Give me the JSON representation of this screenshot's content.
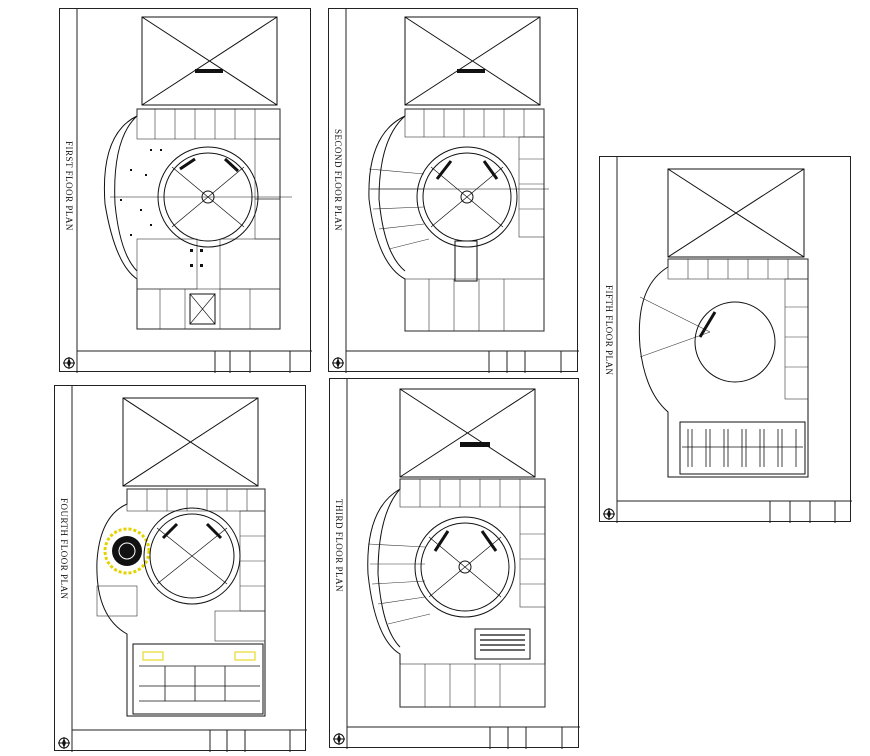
{
  "drawing": {
    "sheets": [
      {
        "id": "first",
        "title": "FIRST FLOOR PLAN"
      },
      {
        "id": "second",
        "title": "SECOND FLOOR PLAN"
      },
      {
        "id": "fifth",
        "title": "FIFTH FLOOR PLAN"
      },
      {
        "id": "fourth",
        "title": "FOURTH FLOOR PLAN"
      },
      {
        "id": "third",
        "title": "THIRD FLOOR PLAN"
      }
    ]
  },
  "colors": {
    "line": "#1a1a1a",
    "paper": "#ffffff",
    "accent": "#e6d200"
  }
}
